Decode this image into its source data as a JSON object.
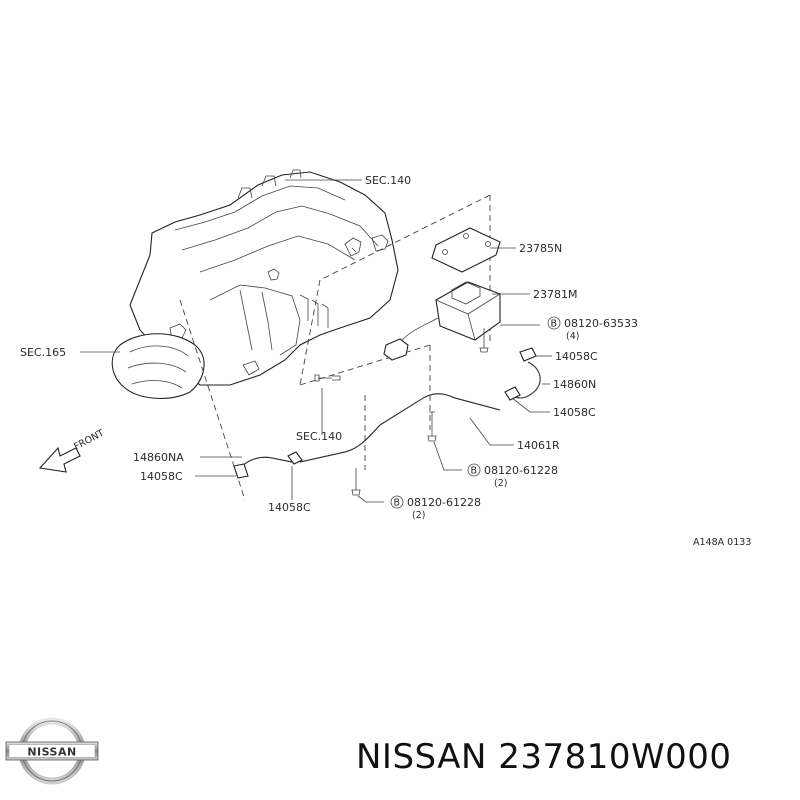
{
  "diagram": {
    "labels": {
      "sec140_top": "SEC.140",
      "p23785n": "23785N",
      "p23781m": "23781M",
      "bolt_63533": "08120-63533",
      "bolt_63533_qty": "(4)",
      "sec165": "SEC.165",
      "p14058c_a": "14058C",
      "p14860n": "14860N",
      "p14058c_b": "14058C",
      "front": "FRONT",
      "sec140_mid": "SEC.140",
      "p14061r": "14061R",
      "p14860na": "14860NA",
      "p14058c_c": "14058C",
      "bolt_61228_a": "08120-61228",
      "bolt_61228_a_qty": "(2)",
      "p14058c_d": "14058C",
      "bolt_61228_b": "08120-61228",
      "bolt_61228_b_qty": "(2)",
      "drawing_code": "A148A 0133",
      "bolt_symbol": "B"
    }
  },
  "footer": {
    "logo_text": "NISSAN",
    "title": "NISSAN 237810W000"
  }
}
